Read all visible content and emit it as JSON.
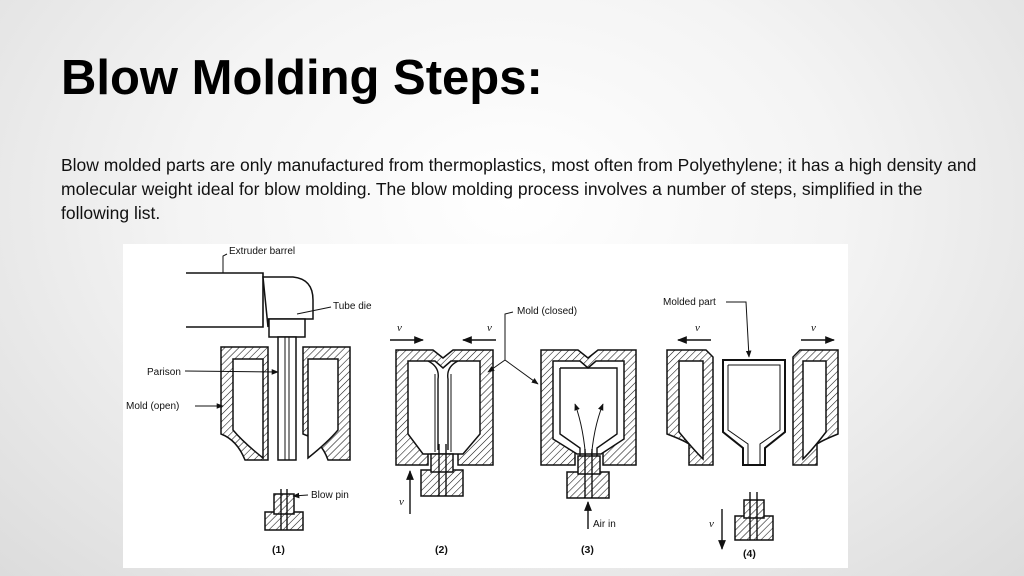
{
  "slide": {
    "title": "Blow Molding Steps:",
    "body": "Blow molded parts are only manufactured from thermoplastics, most often from Polyethylene; it has a high density and molecular weight ideal for blow molding. The blow molding process involves a number of steps, simplified in the following list."
  },
  "diagram": {
    "labels": {
      "extruder_barrel": "Extruder barrel",
      "tube_die": "Tube die",
      "parison": "Parison",
      "mold_open": "Mold (open)",
      "blow_pin": "Blow pin",
      "mold_closed": "Mold (closed)",
      "molded_part": "Molded part",
      "air_in": "Air in",
      "velocity": "v"
    },
    "steps": [
      "(1)",
      "(2)",
      "(3)",
      "(4)"
    ]
  }
}
